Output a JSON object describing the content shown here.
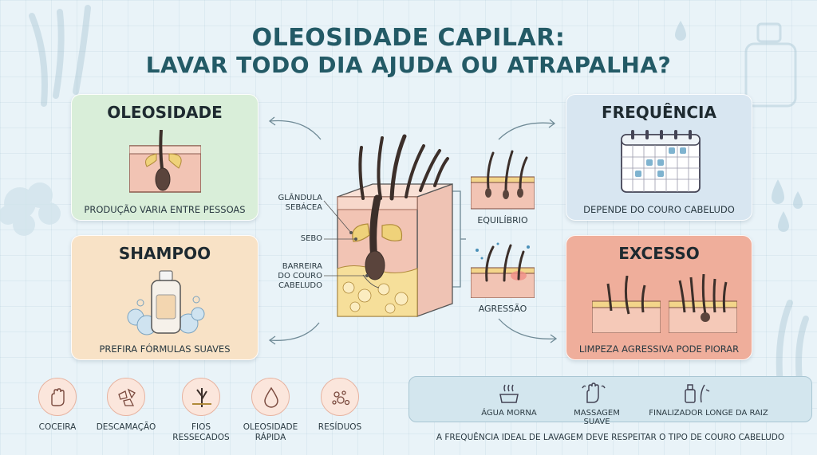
{
  "title": {
    "line1": "OLEOSIDADE CAPILAR:",
    "line2": "LAVAR TODO DIA AJUDA OU ATRAPALHA?"
  },
  "cards": {
    "oleosidade": {
      "heading": "OLEOSIDADE",
      "caption": "PRODUÇÃO VARIA ENTRE PESSOAS"
    },
    "shampoo": {
      "heading": "SHAMPOO",
      "caption": "PREFIRA FÓRMULAS SUAVES"
    },
    "frequencia": {
      "heading": "FREQUÊNCIA",
      "caption": "DEPENDE DO COURO CABELUDO"
    },
    "excesso": {
      "heading": "EXCESSO",
      "caption": "LIMPEZA AGRESSIVA PODE PIORAR"
    }
  },
  "diagram": {
    "gland_label_1": "GLÂNDULA",
    "gland_label_2": "SEBÁCEA",
    "sebo_label": "SEBO",
    "barrier_label_1": "BARREIRA",
    "barrier_label_2": "DO COURO",
    "barrier_label_3": "CABELUDO",
    "equilibrio": "EQUILÍBRIO",
    "agressao": "AGRESSÃO"
  },
  "symptoms": [
    {
      "line1": "COCEIRA",
      "line2": ""
    },
    {
      "line1": "DESCAMAÇÃO",
      "line2": ""
    },
    {
      "line1": "FIOS",
      "line2": "RESSECADOS"
    },
    {
      "line1": "OLEOSIDADE",
      "line2": "RÁPIDA"
    },
    {
      "line1": "RESÍDUOS",
      "line2": ""
    }
  ],
  "tips": [
    {
      "label": "ÁGUA MORNA",
      "icon": "warm-water-icon"
    },
    {
      "label": "MASSAGEM SUAVE",
      "icon": "massage-hand-icon"
    },
    {
      "label": "FINALIZADOR LONGE DA RAIZ",
      "icon": "finisher-tube-icon"
    }
  ],
  "footer": "A FREQUÊNCIA IDEAL DE LAVAGEM DEVE RESPEITAR O TIPO DE COURO CABELUDO",
  "colors": {
    "title": "#235a66",
    "card_oleosidade": "#d9eed9",
    "card_shampoo": "#f8e2c6",
    "card_frequencia": "#d8e6f1",
    "card_excesso": "#efae9b",
    "skin": "#f2c4b4",
    "hair": "#3c2f2a",
    "sebum": "#efd27a"
  }
}
